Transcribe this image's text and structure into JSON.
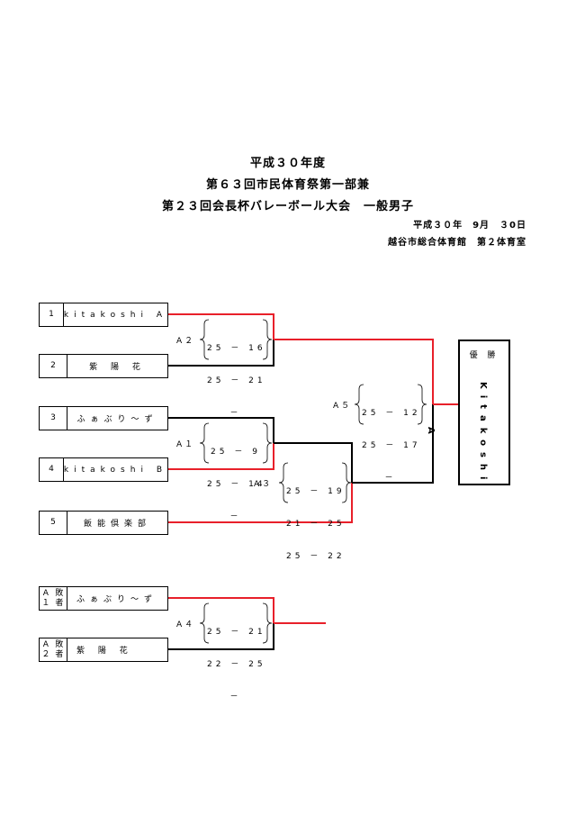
{
  "header": {
    "title1": "平成３０年度",
    "title2": "第６３回市民体育祭第一部兼",
    "title3": "第２３回会長杯バレーボール大会　一般男子",
    "date": "平成３０年　9月　３0日",
    "venue": "越谷市総合体育館　第２体育室"
  },
  "teams": [
    {
      "no": "1",
      "name": "kitakoshi A"
    },
    {
      "no": "2",
      "name": "紫 陽 花"
    },
    {
      "no": "3",
      "name": "ふぁぶり〜ず"
    },
    {
      "no": "4",
      "name": "kitakoshi B"
    },
    {
      "no": "5",
      "name": "飯能倶楽部"
    }
  ],
  "consolation": [
    {
      "no": "A１",
      "sub": "敗者",
      "name": "ふぁぶり〜ず"
    },
    {
      "no": "A２",
      "sub": "敗者",
      "name": "紫 陽 花"
    }
  ],
  "matches": {
    "A2": {
      "label": "A２",
      "set1": "25 － 16",
      "set2": "25 － 21",
      "set3": "－"
    },
    "A1": {
      "label": "A１",
      "set1": "25 － 9",
      "set2": "25 － 14",
      "set3": "－"
    },
    "A3": {
      "label": "A３",
      "set1": "25 － 19",
      "set2": "21 － 25",
      "set3": "25 － 22"
    },
    "A5": {
      "label": "A５",
      "set1": "25 － 12",
      "set2": "25 － 17",
      "set3": "－"
    },
    "A4": {
      "label": "A４",
      "set1": "25 － 21",
      "set2": "22 － 25",
      "set3": "－"
    }
  },
  "champion": {
    "label": "優 勝",
    "name": "Kitakoshi A"
  },
  "colors": {
    "win_line": "#e8202a",
    "lose_line": "#000000"
  }
}
